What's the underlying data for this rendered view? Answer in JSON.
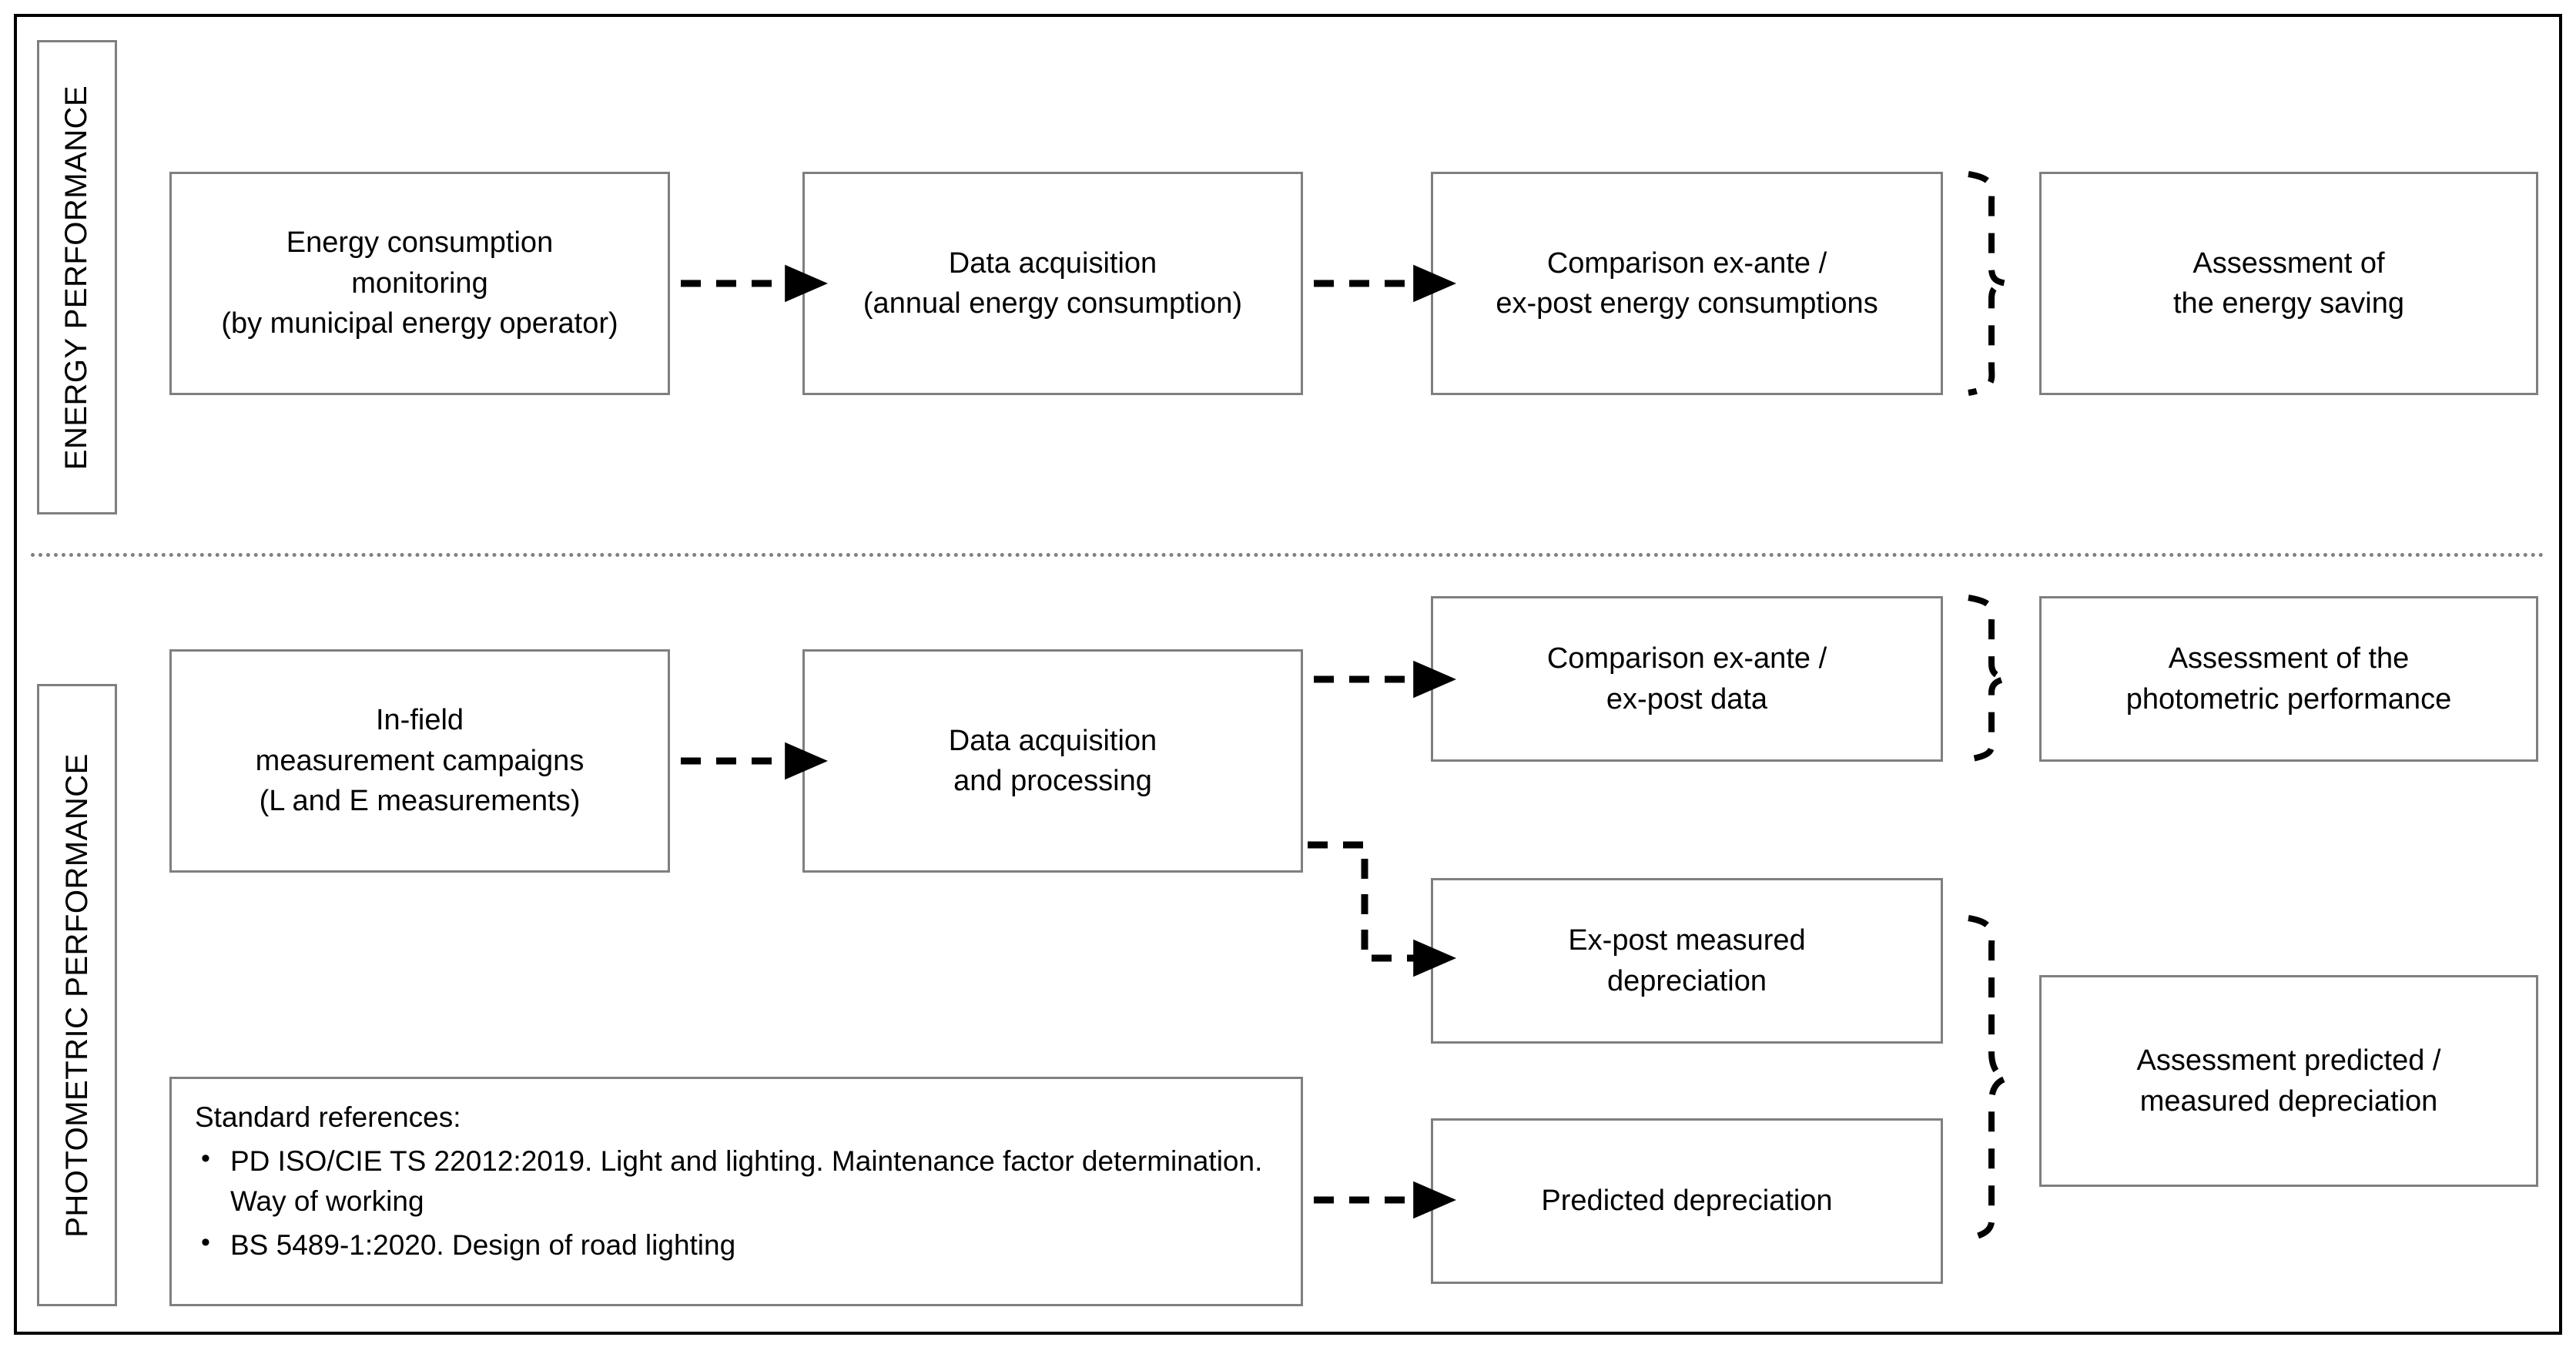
{
  "figure": {
    "bands": [
      {
        "id": "energy",
        "label": "ENERGY PERFORMANCE"
      },
      {
        "id": "photometric",
        "label": "PHOTOMETRIC PERFORMANCE"
      }
    ]
  },
  "energy_band": {
    "box_monitoring": {
      "line1": "Energy consumption",
      "line2": "monitoring",
      "line3": "(by municipal energy operator)"
    },
    "box_acquisition": {
      "line1": "Data acquisition",
      "line2": "(annual energy consumption)"
    },
    "box_comparison": {
      "line1": "Comparison ex-ante /",
      "line2": "ex-post energy consumptions"
    },
    "box_assessment": {
      "line1": "Assessment of",
      "line2": "the energy saving"
    }
  },
  "photometric_band": {
    "box_infield": {
      "line1": "In-field",
      "line2": "measurement campaigns",
      "line3": "(L and E measurements)"
    },
    "box_acquisition": {
      "line1": "Data acquisition",
      "line2": "and processing"
    },
    "box_comparison": {
      "line1": "Comparison ex-ante /",
      "line2": "ex-post data"
    },
    "box_assessment_photometric": {
      "line1": "Assessment of the",
      "line2": "photometric performance"
    },
    "box_expost_depreciation": {
      "line1": "Ex-post measured",
      "line2": "depreciation"
    },
    "box_predicted_depreciation": {
      "line1": "Predicted depreciation"
    },
    "box_assessment_depreciation": {
      "line1": "Assessment predicted /",
      "line2": "measured depreciation"
    },
    "standard_references": {
      "title": "Standard references:",
      "items": [
        "PD ISO/CIE TS 22012:2019. Light and lighting. Maintenance factor determination. Way of working",
        "BS 5489-1:2020. Design of road lighting"
      ]
    }
  },
  "style": {
    "box_border_color": "#7f7f7f",
    "frame_color": "#000000",
    "connector_color": "#000000",
    "divider_color": "#808080",
    "background": "#ffffff"
  }
}
